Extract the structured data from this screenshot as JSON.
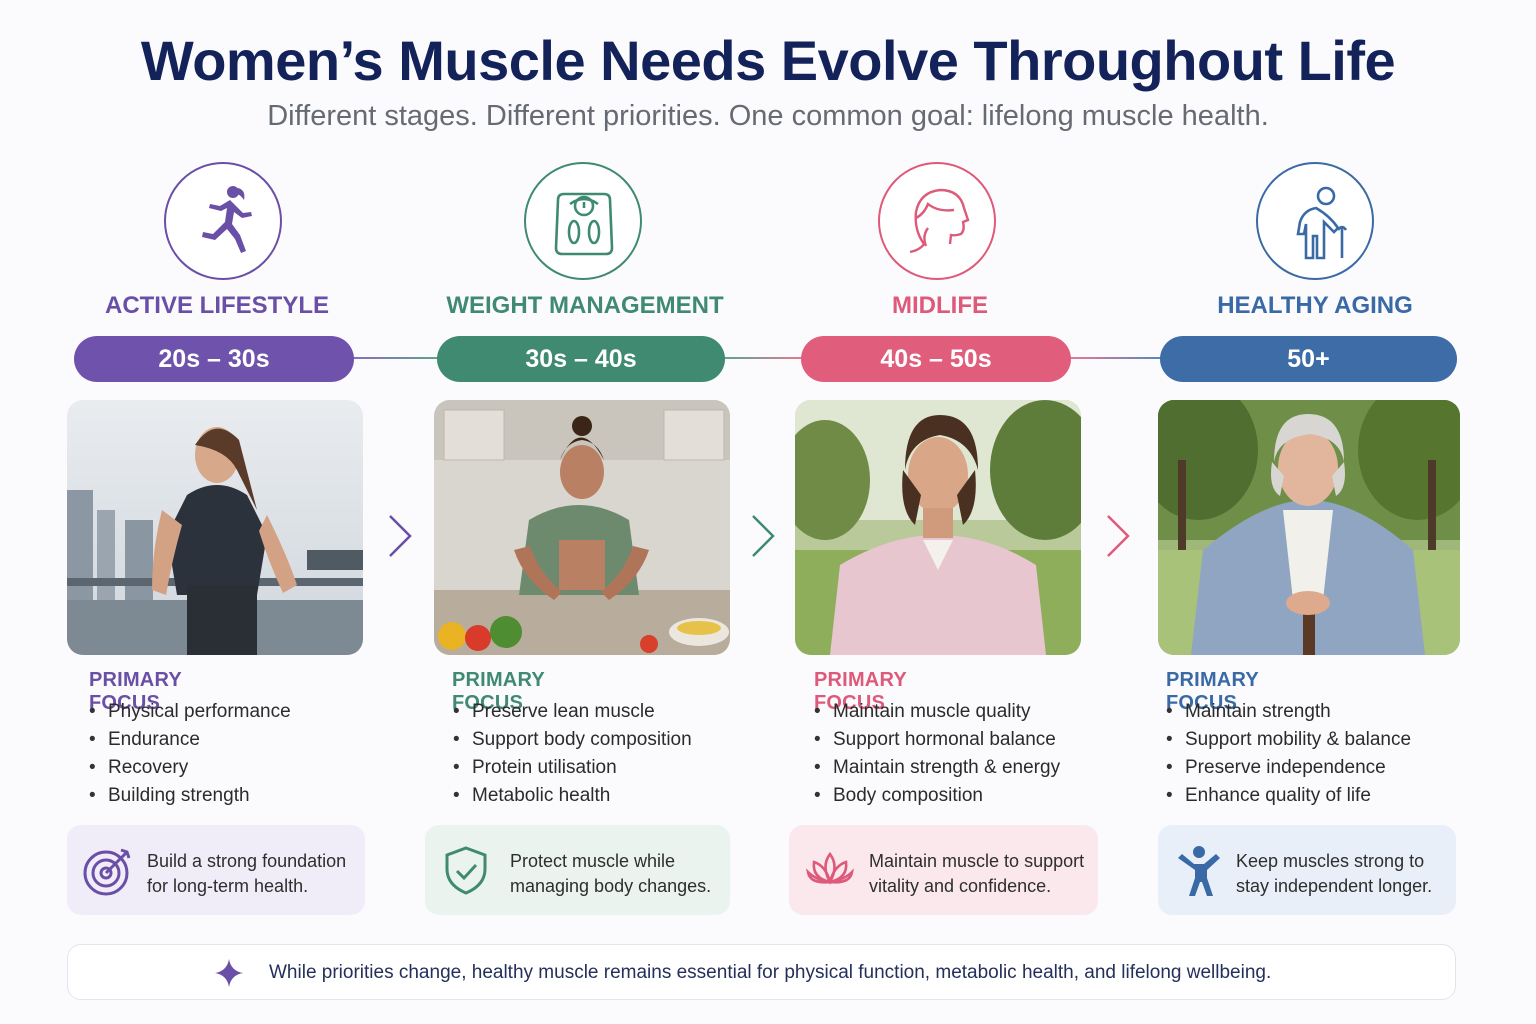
{
  "header": {
    "title": "Women’s Muscle Needs Evolve Throughout Life",
    "subtitle": "Different stages. Different priorities. One common goal: lifelong muscle health."
  },
  "stages": [
    {
      "name": "ACTIVE LIFESTYLE",
      "age_range": "20s – 30s",
      "icon": "running-woman-icon",
      "color": "#6a4fa6",
      "photo": "Young woman running along a waterfront",
      "focus_label": "PRIMARY FOCUS",
      "focus_items": [
        "Physical performance",
        "Endurance",
        "Recovery",
        "Building strength"
      ],
      "callout_icon": "target-icon",
      "callout_line1": "Build a strong foundation",
      "callout_line2": "for long-term health."
    },
    {
      "name": "WEIGHT MANAGEMENT",
      "age_range": "30s – 40s",
      "icon": "scale-icon",
      "color": "#3f8a70",
      "photo": "Woman preparing vegetables in a kitchen",
      "focus_label": "PRIMARY FOCUS",
      "focus_items": [
        "Preserve lean muscle",
        "Support body composition",
        "Protein utilisation",
        "Metabolic health"
      ],
      "callout_icon": "shield-check-icon",
      "callout_line1": "Protect muscle while",
      "callout_line2": "managing body changes."
    },
    {
      "name": "MIDLIFE",
      "age_range": "40s – 50s",
      "icon": "woman-profile-icon",
      "color": "#de5a7a",
      "photo": "Middle-aged woman in a park",
      "focus_label": "PRIMARY FOCUS",
      "focus_items": [
        "Maintain muscle quality",
        "Support hormonal balance",
        "Maintain strength & energy",
        "Body composition"
      ],
      "callout_icon": "lotus-icon",
      "callout_line1": "Maintain muscle to support",
      "callout_line2": "vitality and confidence."
    },
    {
      "name": "HEALTHY AGING",
      "age_range": "50+",
      "icon": "elderly-with-cane-icon",
      "color": "#3a6aa6",
      "photo": "Older woman with a cane in a park",
      "focus_label": "PRIMARY FOCUS",
      "focus_items": [
        "Maintain strength",
        "Support mobility & balance",
        "Preserve independence",
        "Enhance quality of life"
      ],
      "callout_icon": "person-arms-up-icon",
      "callout_line1": "Keep muscles strong to",
      "callout_line2": "stay independent longer."
    }
  ],
  "footer": {
    "icon": "sparkle-icon",
    "text": "While priorities change, healthy muscle remains essential for physical function, metabolic health, and lifelong wellbeing."
  }
}
